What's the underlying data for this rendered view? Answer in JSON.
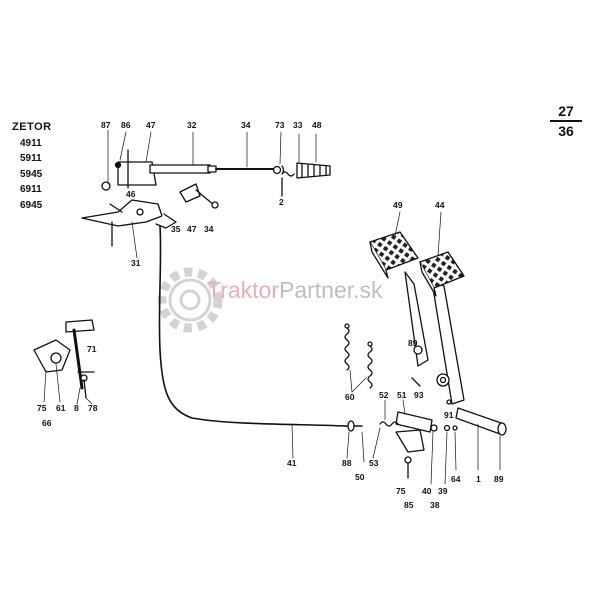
{
  "models": {
    "brand": "ZETOR",
    "list": [
      "4911",
      "5911",
      "5945",
      "6911",
      "6945"
    ]
  },
  "page_ref": {
    "top": "27",
    "bottom": "36"
  },
  "watermark": {
    "part1": "Traktor",
    "part2": "Partner",
    "part3": ".sk",
    "color1": "#e8a8a8",
    "color2": "#b8b8b8"
  },
  "part_labels": [
    {
      "id": "87",
      "text": "87"
    },
    {
      "id": "86",
      "text": "86"
    },
    {
      "id": "47a",
      "text": "47"
    },
    {
      "id": "32",
      "text": "32"
    },
    {
      "id": "34a",
      "text": "34"
    },
    {
      "id": "73",
      "text": "73"
    },
    {
      "id": "33",
      "text": "33"
    },
    {
      "id": "48",
      "text": "48"
    },
    {
      "id": "2",
      "text": "2"
    },
    {
      "id": "46",
      "text": "46"
    },
    {
      "id": "35",
      "text": "35"
    },
    {
      "id": "47b",
      "text": "47"
    },
    {
      "id": "34b",
      "text": "34"
    },
    {
      "id": "31",
      "text": "31"
    },
    {
      "id": "49",
      "text": "49"
    },
    {
      "id": "44",
      "text": "44"
    },
    {
      "id": "89a",
      "text": "89"
    },
    {
      "id": "71",
      "text": "71"
    },
    {
      "id": "75a",
      "text": "75"
    },
    {
      "id": "61",
      "text": "61"
    },
    {
      "id": "8",
      "text": "8"
    },
    {
      "id": "78",
      "text": "78"
    },
    {
      "id": "66",
      "text": "66"
    },
    {
      "id": "60",
      "text": "60"
    },
    {
      "id": "52",
      "text": "52"
    },
    {
      "id": "51",
      "text": "51"
    },
    {
      "id": "93",
      "text": "93"
    },
    {
      "id": "91",
      "text": "91"
    },
    {
      "id": "41",
      "text": "41"
    },
    {
      "id": "88",
      "text": "88"
    },
    {
      "id": "50",
      "text": "50"
    },
    {
      "id": "53",
      "text": "53"
    },
    {
      "id": "64",
      "text": "64"
    },
    {
      "id": "1",
      "text": "1"
    },
    {
      "id": "89b",
      "text": "89"
    },
    {
      "id": "40",
      "text": "40"
    },
    {
      "id": "39",
      "text": "39"
    },
    {
      "id": "75b",
      "text": "75"
    },
    {
      "id": "38",
      "text": "38"
    },
    {
      "id": "85",
      "text": "85"
    }
  ]
}
